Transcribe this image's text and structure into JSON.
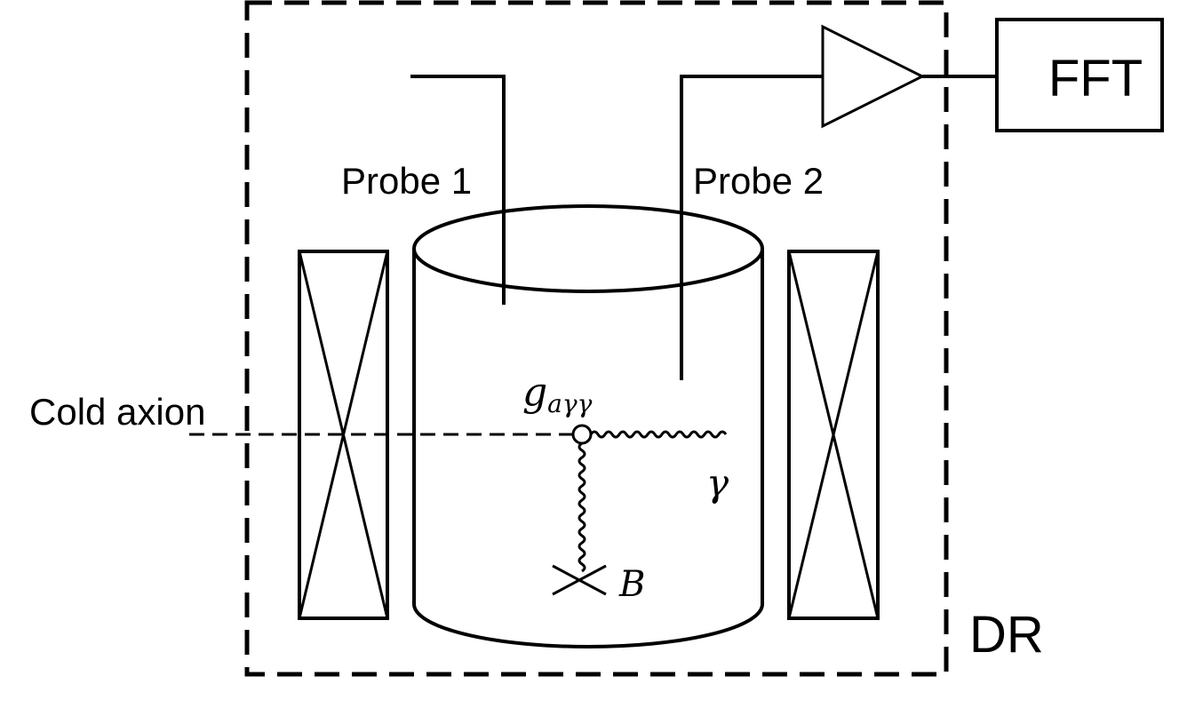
{
  "labels": {
    "fft": "FFT",
    "probe1": "Probe 1",
    "probe2": "Probe 2",
    "cold_axion": "Cold axion",
    "dr": "DR"
  },
  "math": {
    "coupling_base": "g",
    "coupling_sub": "aγγ",
    "photon": "γ",
    "field": "B"
  },
  "colors": {
    "ink": "#000000",
    "background": "#ffffff"
  }
}
